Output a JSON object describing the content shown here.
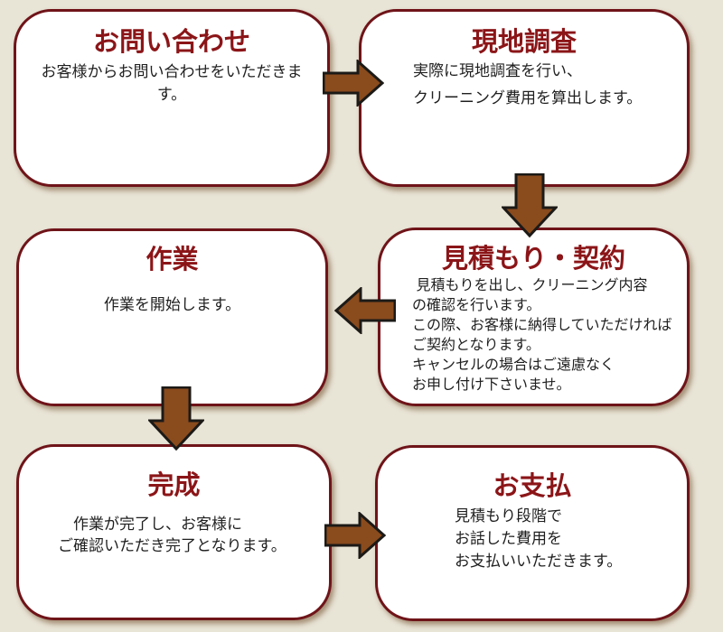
{
  "diagram": {
    "background_color": "#e8e4d6",
    "box_fill_color": "#ffffff",
    "box_border_color": "#6f1419",
    "title_color": "#8b1518",
    "body_color": "#1f1f1f",
    "arrow_fill_color": "#8a4b1d",
    "arrow_outline_color": "#1c1a17"
  },
  "steps": [
    {
      "title": "お問い合わせ",
      "body": "お客様からお問い合わせをいただきます。"
    },
    {
      "title": "現地調査",
      "body": "実際に現地調査を行い、\nクリーニング費用を算出します。"
    },
    {
      "title": "見積もり・契約",
      "body": " 見積もりを出し、クリーニング内容\nの確認を行います。\nこの際、お客様に納得していただければ\nご契約となります。\nキャンセルの場合はご遠慮なく\nお申し付け下さいませ。"
    },
    {
      "title": "作業",
      "body": "作業を開始します。"
    },
    {
      "title": "完成",
      "body": "　作業が完了し、お客様に\nご確認いただき完了となります。"
    },
    {
      "title": "お支払",
      "body": "見積もり段階で\nお話した費用を\nお支払いいただきます。"
    }
  ],
  "arrows": [
    {
      "from": "お問い合わせ",
      "to": "現地調査",
      "direction": "right"
    },
    {
      "from": "現地調査",
      "to": "見積もり・契約",
      "direction": "down"
    },
    {
      "from": "見積もり・契約",
      "to": "作業",
      "direction": "left"
    },
    {
      "from": "作業",
      "to": "完成",
      "direction": "down"
    },
    {
      "from": "完成",
      "to": "お支払",
      "direction": "right"
    }
  ]
}
